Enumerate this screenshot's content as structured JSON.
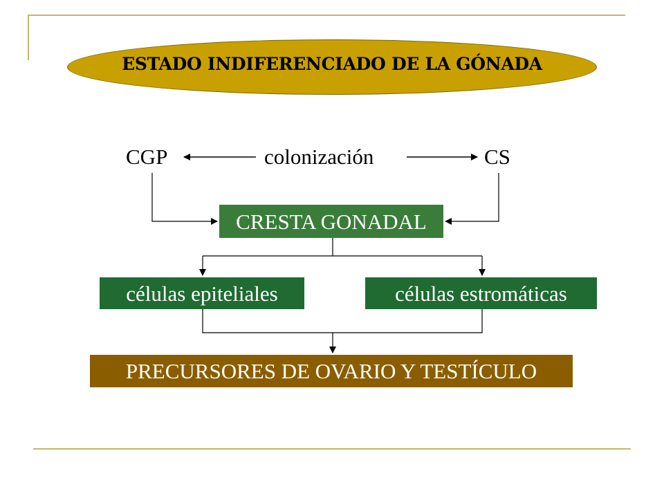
{
  "title": "ESTADO INDIFERENCIADO DE LA GÓNADA",
  "top_row": {
    "left": "CGP",
    "middle": "colonización",
    "right": "CS"
  },
  "nodes": {
    "cresta": "CRESTA GONADAL",
    "epiteliales": "células epiteliales",
    "estromaticas": "células estromáticas",
    "precursores": "PRECURSORES DE OVARIO Y TESTÍCULO"
  },
  "colors": {
    "title_oval": "#c8a000",
    "cresta_box": "#3a7d3a",
    "cell_boxes": "#1f6b32",
    "precursor_box": "#8a5e00",
    "decorative_lines": "#c9b46a"
  }
}
